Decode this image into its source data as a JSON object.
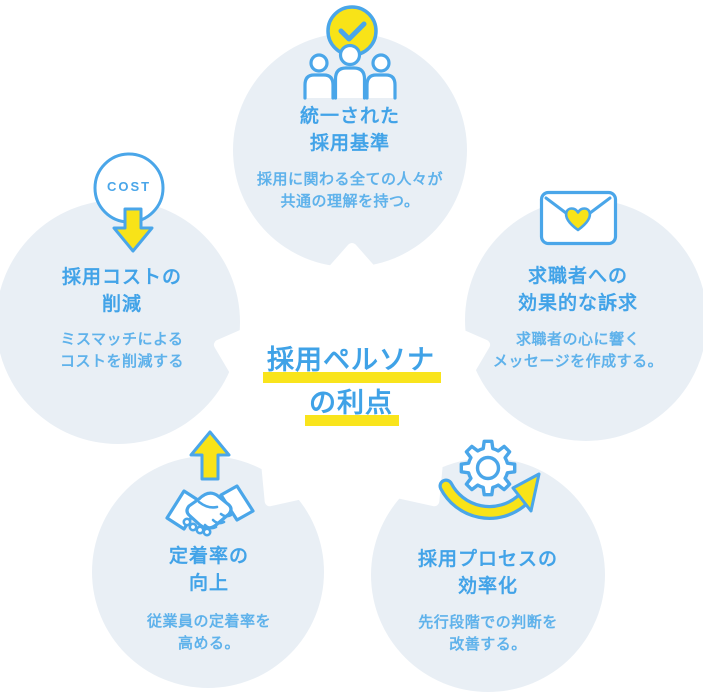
{
  "center": {
    "title_line1": "採用ペルソナ",
    "title_line2": "の利点"
  },
  "colors": {
    "circle_bg": "#E9EFF5",
    "title_blue": "#42A3E8",
    "desc_blue": "#5FB2EB",
    "icon_stroke_blue": "#4AA6E9",
    "accent_yellow": "#F8E318",
    "marker_yellow": "#F9E41C",
    "icon_fill_white": "#FFFFFF"
  },
  "benefits": [
    {
      "id": "unified-standards",
      "icon": "team-with-check-badge-icon",
      "title_line1": "統一された",
      "title_line2": "採用基準",
      "desc_line1": "採用に関わる全ての人々が",
      "desc_line2": "共通の理解を持つ。"
    },
    {
      "id": "cost-reduction",
      "icon": "cost-badge-down-arrow-icon",
      "badge_label": "COST",
      "title_line1": "採用コストの",
      "title_line2": "削減",
      "desc_line1": "ミスマッチによる",
      "desc_line2": "コストを削減する"
    },
    {
      "id": "effective-appeal",
      "icon": "envelope-heart-icon",
      "title_line1": "求職者への",
      "title_line2": "効果的な訴求",
      "desc_line1": "求職者の心に響く",
      "desc_line2": "メッセージを作成する。"
    },
    {
      "id": "retention-improvement",
      "icon": "handshake-up-arrow-icon",
      "title_line1": "定着率の",
      "title_line2": "向上",
      "desc_line1": "従業員の定着率を",
      "desc_line2": "高める。"
    },
    {
      "id": "process-efficiency",
      "icon": "gear-cycle-arrow-icon",
      "title_line1": "採用プロセスの",
      "title_line2": "効率化",
      "desc_line1": "先行段階での判断を",
      "desc_line2": "改善する。"
    }
  ]
}
